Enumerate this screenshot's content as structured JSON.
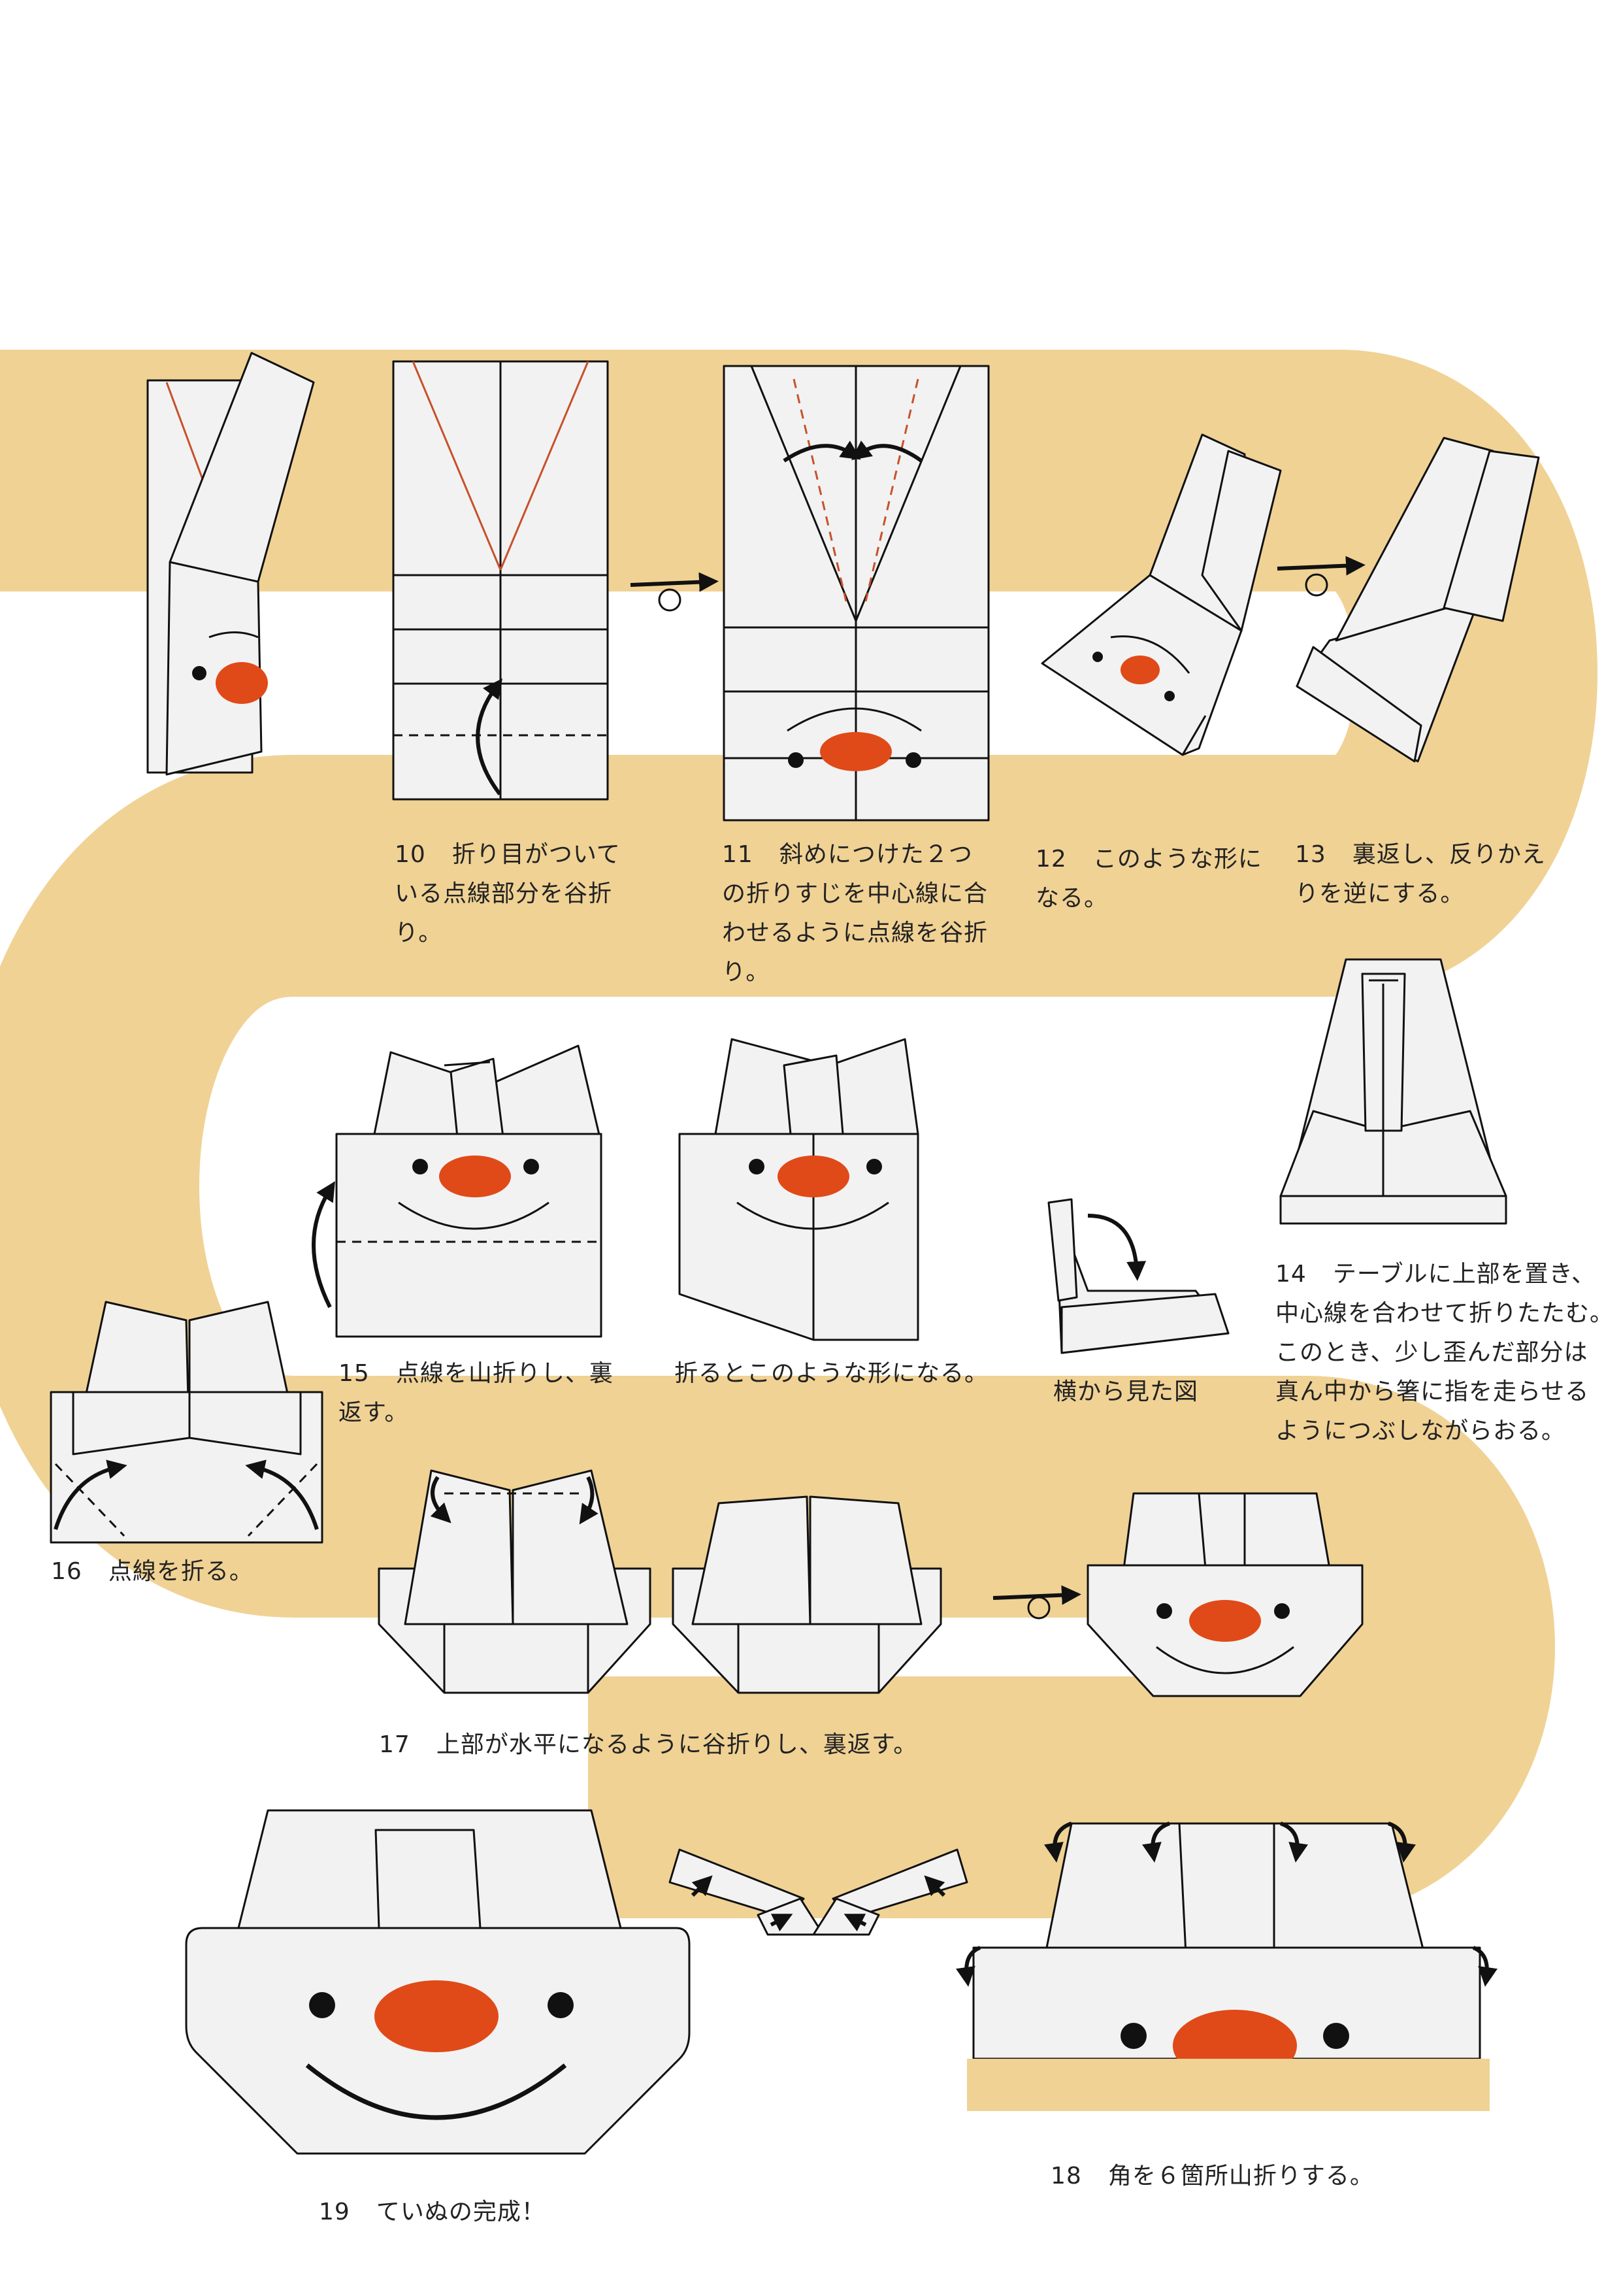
{
  "colors": {
    "path_band": "#f0d295",
    "paper": "#f2f2f2",
    "line": "#111111",
    "crease_red": "#c8502a",
    "nose": "#e04a18",
    "eye": "#111111"
  },
  "steps": [
    {
      "num": "10",
      "lines": [
        "折り目がついて",
        "いる点線部分を谷折",
        "り。"
      ]
    },
    {
      "num": "11",
      "lines": [
        "斜めにつけた２つ",
        "の折りすじを中心線に合",
        "わせるように点線を谷折",
        "り。"
      ]
    },
    {
      "num": "12",
      "lines": [
        "このような形に",
        "なる。"
      ]
    },
    {
      "num": "13",
      "lines": [
        "裏返し、反りかえ",
        "りを逆にする。"
      ]
    },
    {
      "num": "14",
      "lines": [
        "テーブルに上部を置き、",
        "中心線を合わせて折りたたむ。",
        "このとき、少し歪んだ部分は",
        "真ん中から箸に指を走らせる",
        "ようにつぶしながらおる。"
      ]
    },
    {
      "num": "",
      "lines": [
        "横から見た図"
      ]
    },
    {
      "num": "",
      "lines": [
        "折るとこのような形になる。"
      ]
    },
    {
      "num": "15",
      "lines": [
        "点線を山折りし、裏",
        "返す。"
      ]
    },
    {
      "num": "16",
      "lines": [
        "点線を折る。"
      ]
    },
    {
      "num": "17",
      "lines": [
        "上部が水平になるように谷折りし、裏返す。"
      ]
    },
    {
      "num": "18",
      "lines": [
        "角を６箇所山折りする。"
      ]
    },
    {
      "num": "19",
      "lines": [
        "ていぬの完成！"
      ]
    }
  ]
}
